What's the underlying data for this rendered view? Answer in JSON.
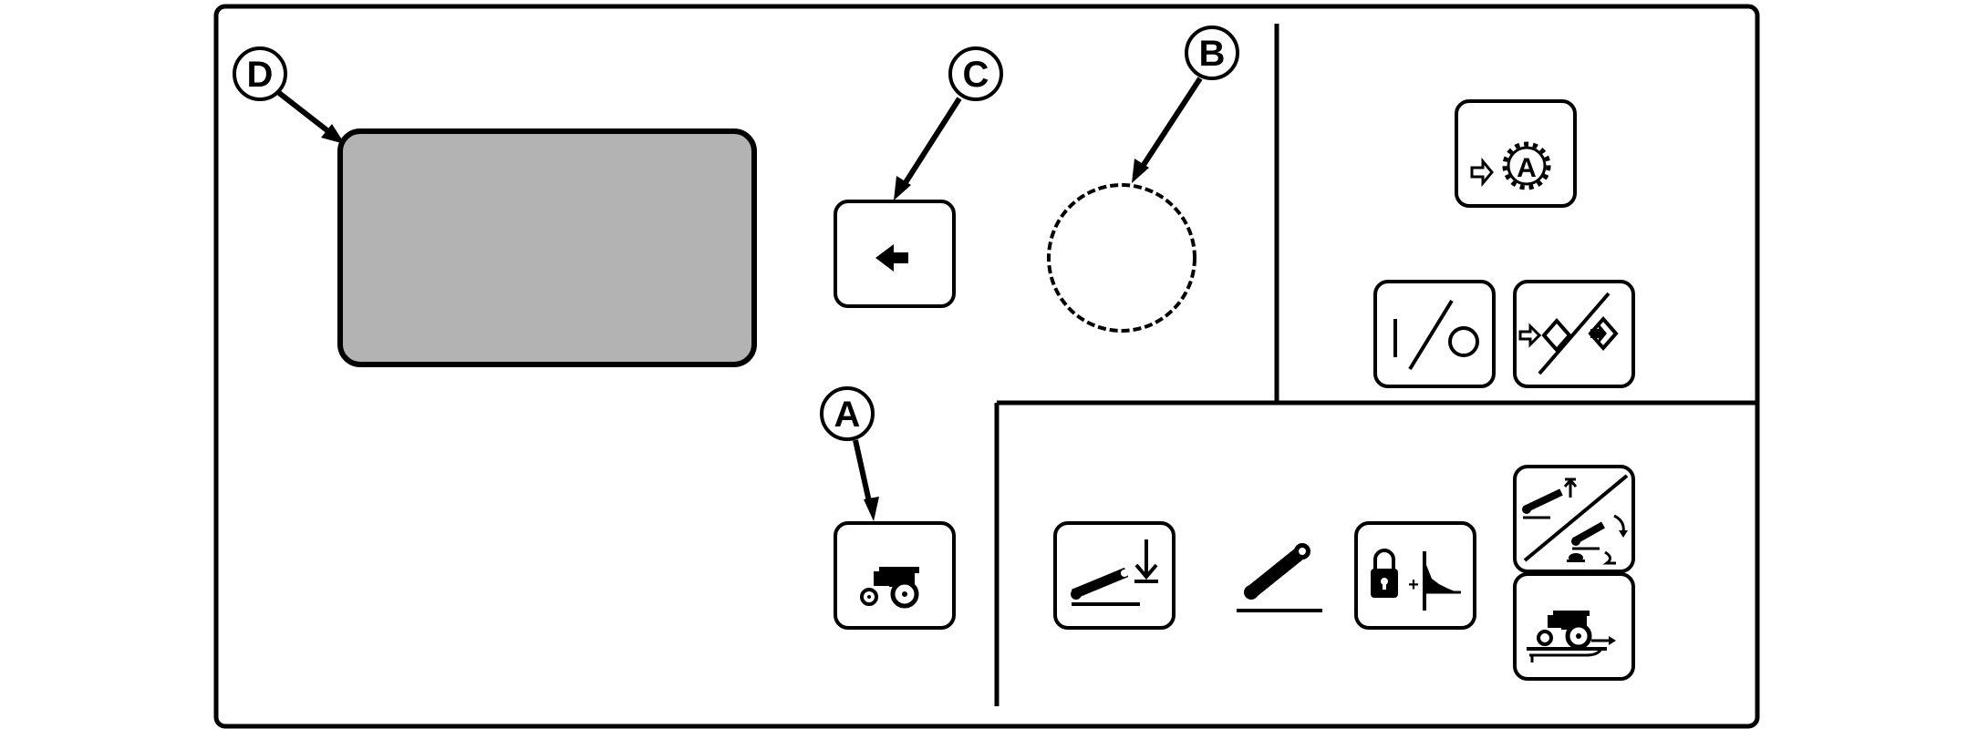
{
  "callouts": {
    "a": "A",
    "b": "B",
    "c": "C",
    "d": "D"
  },
  "icons": {
    "auto_gear_label": "A",
    "lock_plus": "+"
  },
  "colors": {
    "line": "#000000",
    "display_fill": "#b3b3b3",
    "background": "#ffffff"
  }
}
